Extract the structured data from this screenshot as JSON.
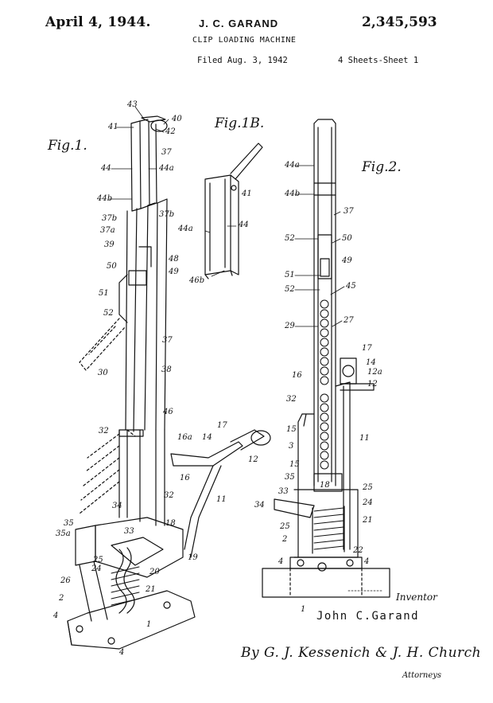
{
  "header": {
    "date": "April 4, 1944.",
    "inventor": "J. C. GARAND",
    "patent_number": "2,345,593",
    "title": "CLIP LOADING MACHINE",
    "filed": "Filed Aug. 3, 1942",
    "sheets": "4 Sheets-Sheet 1"
  },
  "figures": {
    "fig1": "Fig.1.",
    "fig1b": "Fig.1B.",
    "fig2": "Fig.2."
  },
  "labels": {
    "fig1": [
      "43",
      "40",
      "41",
      "42",
      "37",
      "44",
      "44a",
      "44b",
      "37b",
      "37b",
      "37a",
      "39",
      "48",
      "50",
      "49",
      "51",
      "52",
      "37",
      "30",
      "38",
      "46",
      "32",
      "17",
      "16a",
      "14",
      "12",
      "16",
      "11",
      "32",
      "34",
      "35",
      "33",
      "18",
      "35a",
      "25",
      "24",
      "19",
      "20",
      "21",
      "26",
      "2",
      "4",
      "1",
      "4"
    ],
    "fig1b": [
      "41",
      "44",
      "44a",
      "46b"
    ],
    "fig2": [
      "44a",
      "44b",
      "37",
      "52",
      "50",
      "49",
      "51",
      "52",
      "45",
      "29",
      "27",
      "17",
      "14",
      "12a",
      "12",
      "16",
      "32",
      "15",
      "3",
      "11",
      "15",
      "35",
      "18",
      "25",
      "33",
      "34",
      "24",
      "25",
      "21",
      "2",
      "22",
      "4",
      "4",
      "1"
    ]
  },
  "signatures": {
    "inventor_role": "Inventor",
    "inventor_name": "John C.Garand",
    "attorneys_sig": "By G. J. Kessenich & J. H. Church",
    "attorneys_role": "Attorneys"
  }
}
